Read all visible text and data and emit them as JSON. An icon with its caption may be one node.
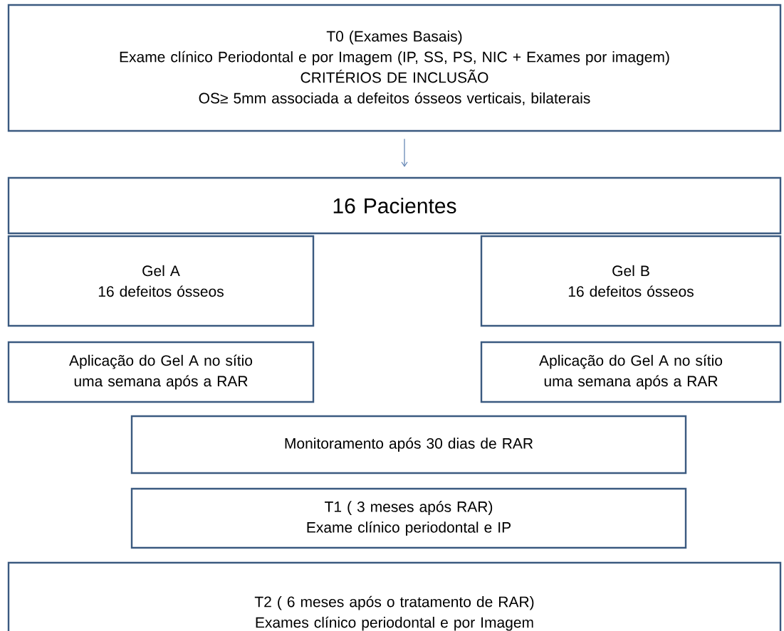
{
  "diagram": {
    "nodes": [
      {
        "text": [
          "T0 (Exames Basais)",
          "Exame clínico Periodontal e por Imagem (IP, SS, PS, NIC + Exames por imagem)",
          "CRITÉRIOS DE INCLUSÃO",
          "OS≥ 5mm associada a defeitos ósseos verticais, bilaterais"
        ]
      },
      {
        "text": [
          "16 Pacientes"
        ]
      },
      {
        "text": [
          "Gel A",
          "16 defeitos ósseos"
        ]
      },
      {
        "text": [
          "Gel B",
          "16 defeitos ósseos"
        ]
      },
      {
        "text": [
          "Aplicação do Gel A no sítio uma semana após a RAR"
        ]
      },
      {
        "text": [
          "Aplicação do Gel A no sítio uma semana após a RAR"
        ]
      },
      {
        "text": [
          "Monitoramento após 30 dias de RAR"
        ]
      },
      {
        "text": [
          "T1 ( 3 meses após RAR)",
          "Exame clínico periodontal  e IP"
        ]
      },
      {
        "text": [
          "T2 ( 6 meses após o tratamento de RAR)",
          "Exames clínico periodontal  e por Imagem"
        ]
      }
    ],
    "edges": [
      {
        "from": 0,
        "to": 1,
        "arrow": "to"
      }
    ]
  }
}
